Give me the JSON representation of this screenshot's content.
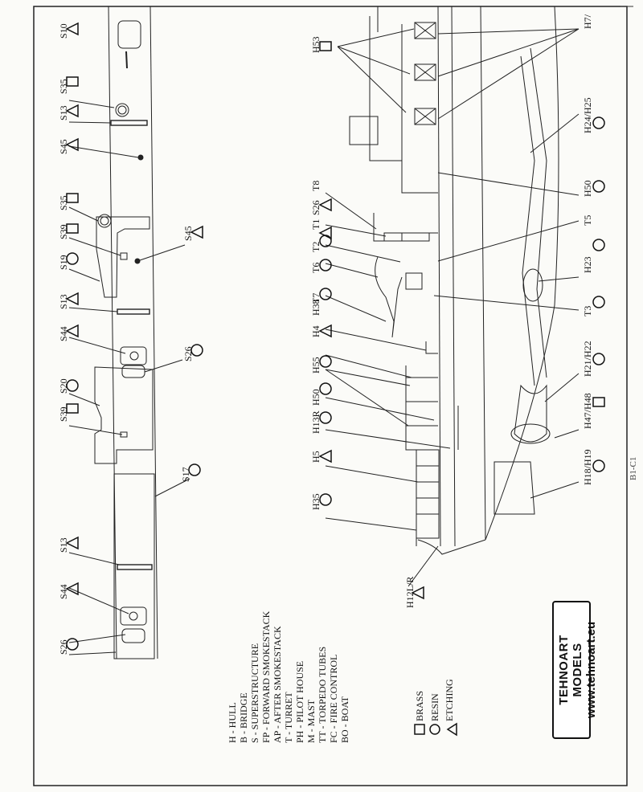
{
  "part_labels": {
    "s10": "S10",
    "s35_top": "S35",
    "s13_top": "S13",
    "s45_top": "S45",
    "s35_mid": "S35",
    "s45_mid": "S45",
    "s39_mid": "S39",
    "s19": "S19",
    "s13_mid": "S13",
    "s44_top": "S44",
    "s26_mid": "S26",
    "s20": "S20",
    "s39_low": "S39",
    "s17": "S17",
    "s13_low": "S13",
    "s44_low": "S44",
    "s26_low": "S26",
    "h53": "H53",
    "h7": "H7/",
    "h24h25": "H24/H25",
    "h50_top": "H50",
    "t8": "T8",
    "s26_right": "S26",
    "t1": "T1",
    "t2": "T2",
    "t6": "T6",
    "t7": "T7",
    "t5": "T5",
    "h23": "H23",
    "t3": "T3",
    "h38": "H38",
    "h4": "H4",
    "h55": "H55",
    "h21h22": "H21/H22",
    "h50_low": "H50",
    "h47h48": "H47/H48",
    "h13r": "H13R",
    "h5": "H5",
    "h18h19": "H18/H19",
    "h35": "H35",
    "h12lr": "H12L/R"
  },
  "legend": {
    "abbreviations": [
      "H - HULL",
      "B - BRIDGE",
      "S - SUPERSTRUCTURE",
      "FP - FORWARD SMOKESTACK",
      "AP - AFTER SMOKESTACK",
      "T - TURRET",
      "PH - PILOT HOUSE",
      "M - MAST",
      "TT - TORPEDO TUBES",
      "FC - FIRE CONTROL",
      "BO - BOAT"
    ],
    "materials": [
      "BRASS",
      "RESIN",
      "ETCHING"
    ]
  },
  "brand": {
    "name": "TEHNOART MODELS",
    "url": "www.tehnoart.eu"
  },
  "page_code": "B1-C1"
}
